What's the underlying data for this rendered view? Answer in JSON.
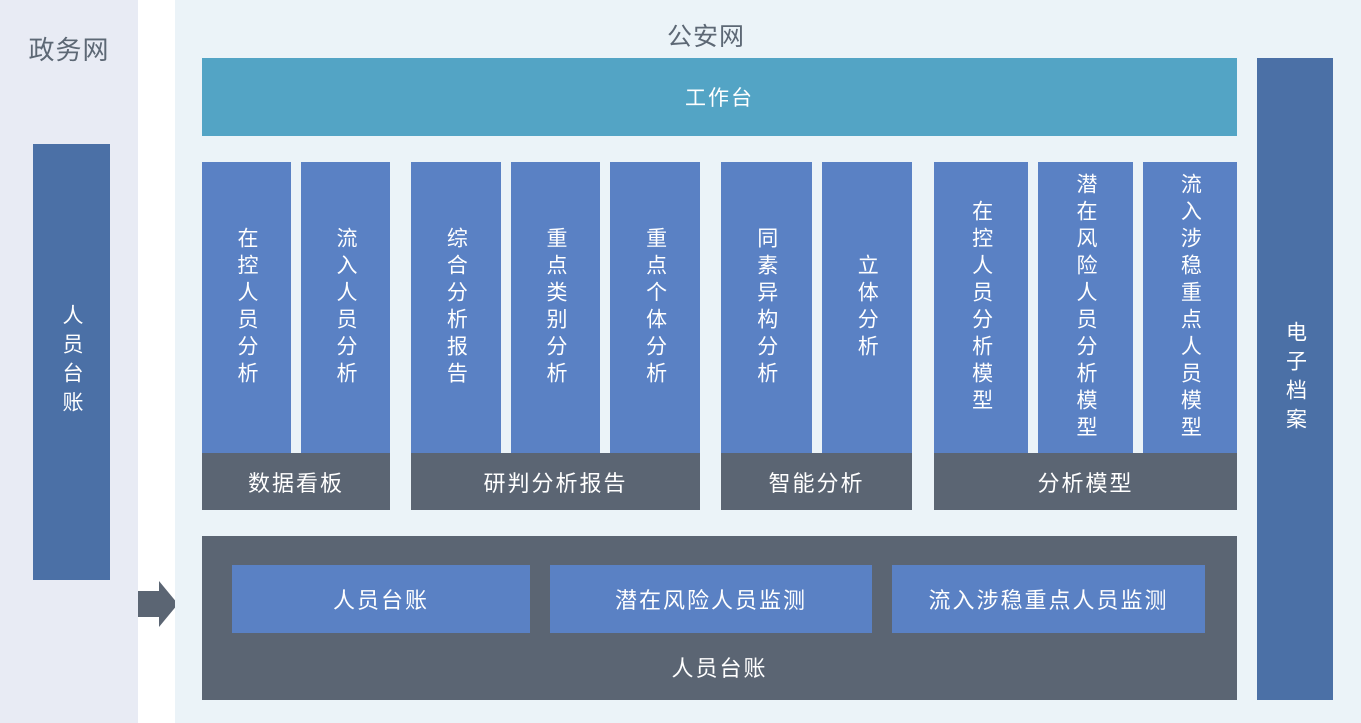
{
  "colors": {
    "panel_left_bg": "#e8ebf4",
    "panel_right_bg": "#ebf3f8",
    "teal": "#53a4c5",
    "column_blue": "#5a81c4",
    "bar_dark_blue": "#4b70a6",
    "dark_gray": "#5b6573",
    "title_gray": "#5d6875",
    "white_text": "#ffffff"
  },
  "left_zone": {
    "title": "政务网",
    "bar_label": "人员台账"
  },
  "right_zone": {
    "title": "公安网",
    "workbench_label": "工作台",
    "groups": [
      {
        "label": "数据看板",
        "columns": [
          "在控人员分析",
          "流入人员分析"
        ]
      },
      {
        "label": "研判分析报告",
        "columns": [
          "综合分析报告",
          "重点类别分析",
          "重点个体分析"
        ]
      },
      {
        "label": "智能分析",
        "columns": [
          "同素异构分析",
          "立体分析"
        ]
      },
      {
        "label": "分析模型",
        "columns": [
          "在控人员分析模型",
          "潜在风险人员分析模型",
          "流入涉稳重点人员模型"
        ]
      }
    ],
    "bottom_section": {
      "buttons": [
        "人员台账",
        "潜在风险人员监测",
        "流入涉稳重点人员监测"
      ],
      "label": "人员台账"
    },
    "archive_bar_label": "电子档案"
  }
}
